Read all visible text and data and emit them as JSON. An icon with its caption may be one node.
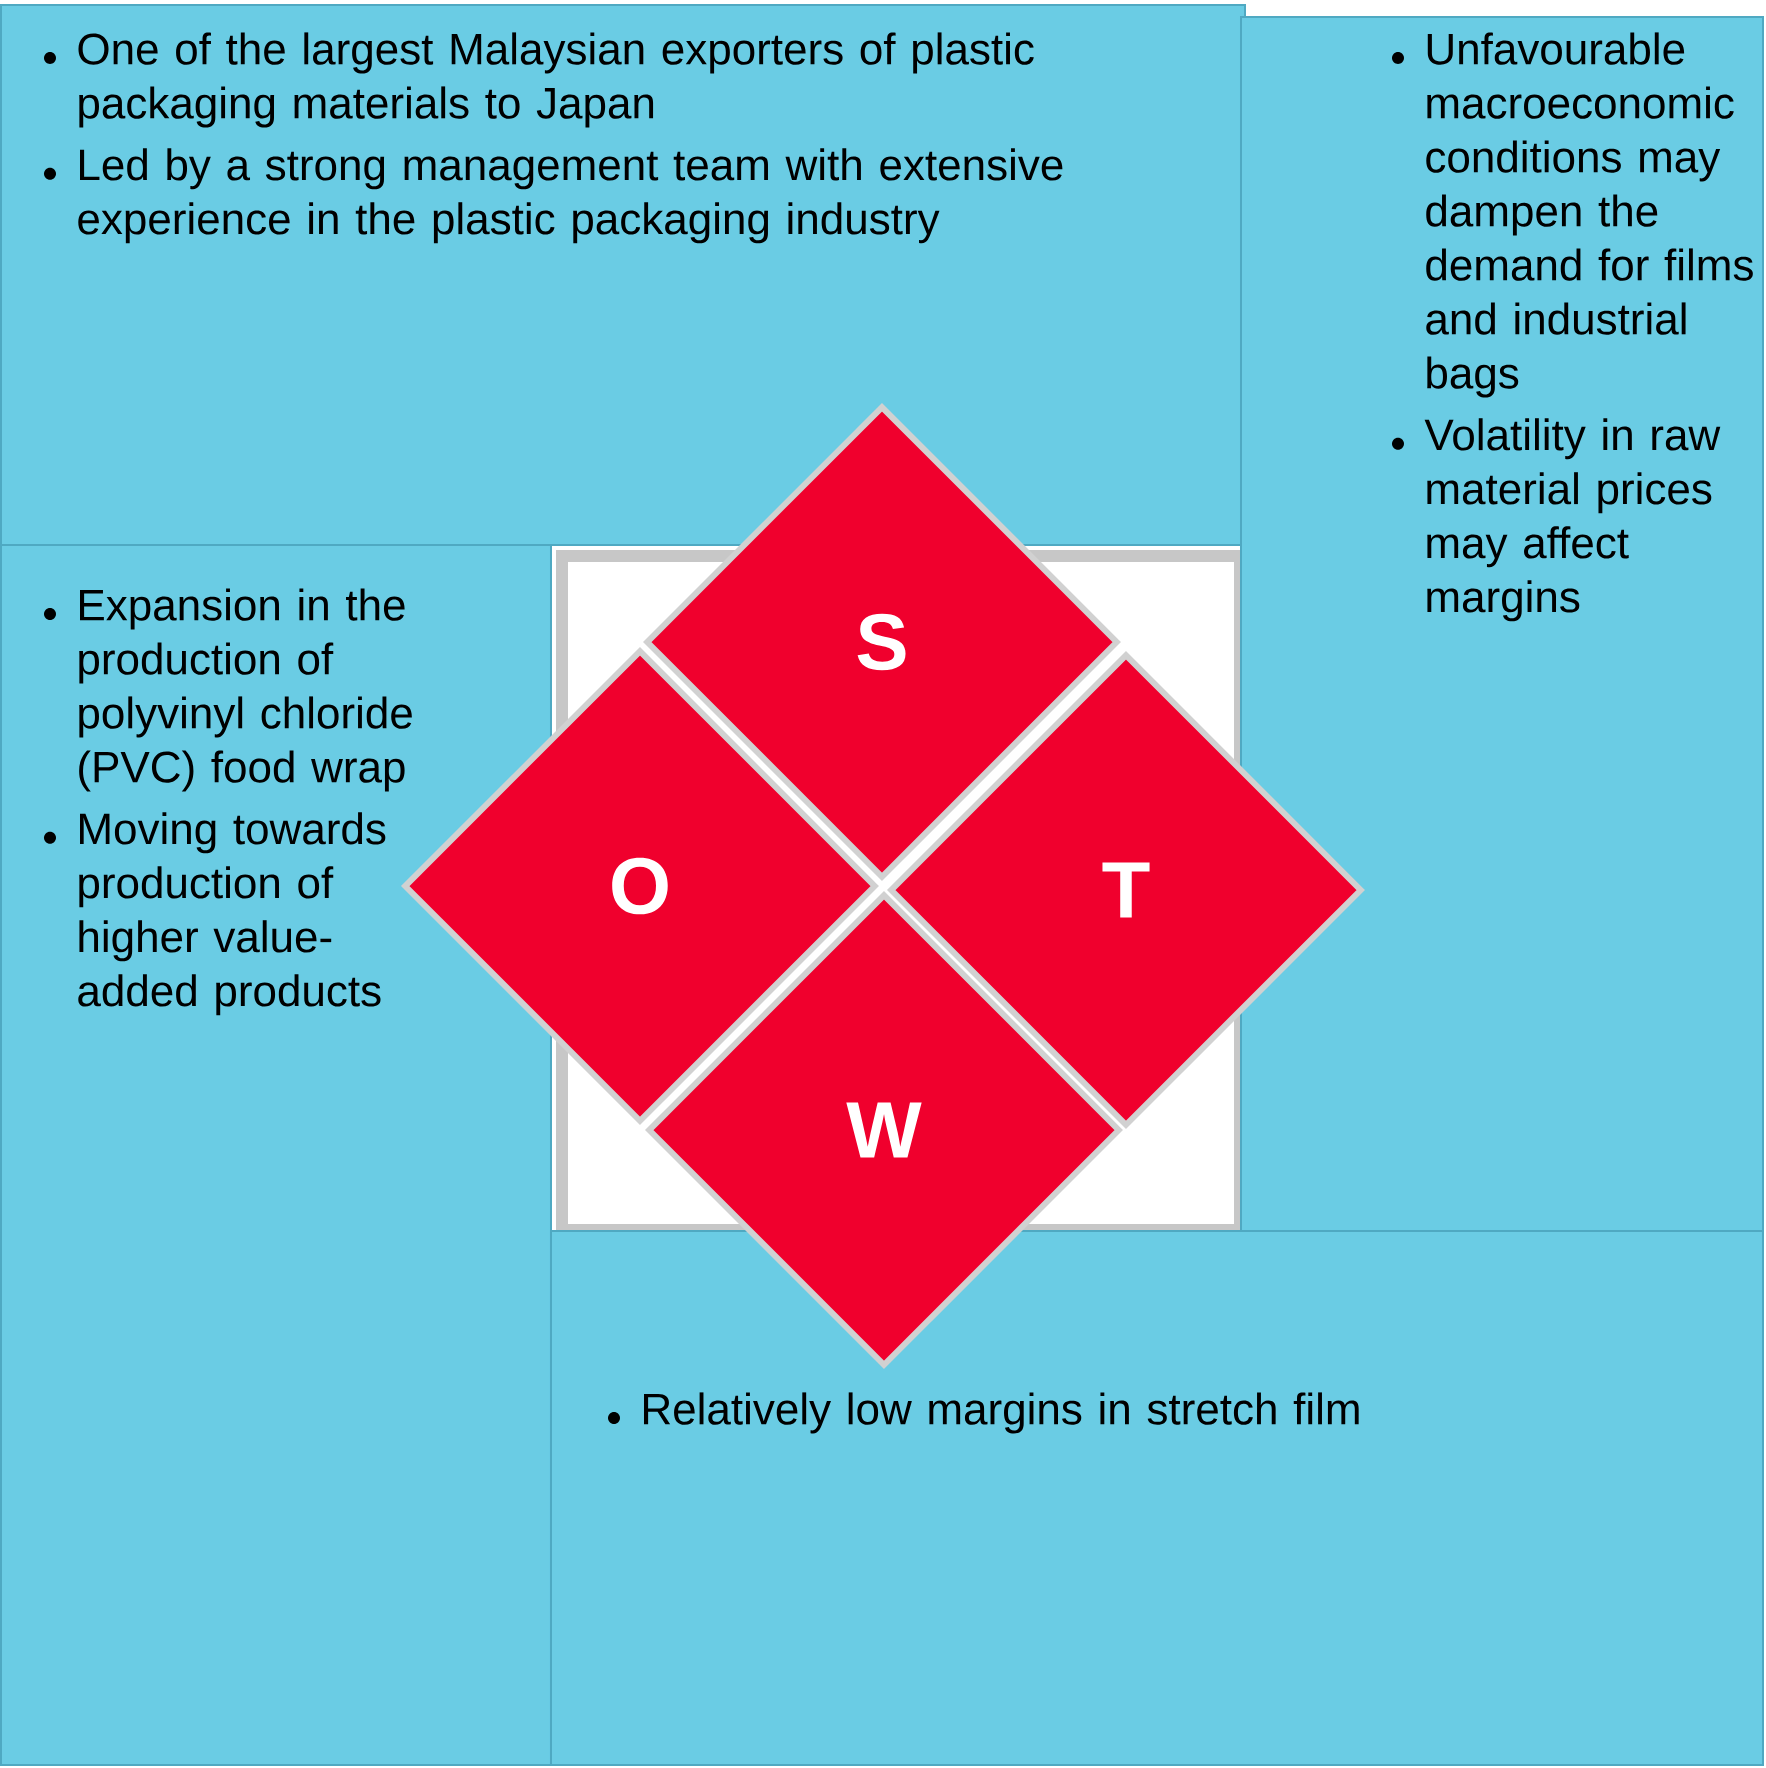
{
  "diagram": {
    "nodes": [
      {
        "text": [
          "One of the largest Malaysian exporters of plastic packaging materials to Japan",
          "Led by a strong management team with extensive experience in the plastic packaging industry"
        ]
      },
      {
        "text": [
          "Unfavourable macroeconomic conditions may dampen the demand for films and industrial bags",
          "Volatility in raw material prices may affect margins"
        ]
      },
      {
        "text": [
          "Expansion in the production of polyvinyl chloride (PVC) food wrap",
          "Moving towards production of higher value-added products"
        ]
      },
      {
        "text": [
          "Relatively low margins in stretch film"
        ]
      },
      {
        "text": [],
        "shape": "box"
      },
      {
        "text": [
          "S"
        ]
      },
      {
        "text": [
          "O"
        ]
      },
      {
        "text": [
          "T"
        ]
      },
      {
        "text": [
          "W"
        ]
      }
    ]
  }
}
